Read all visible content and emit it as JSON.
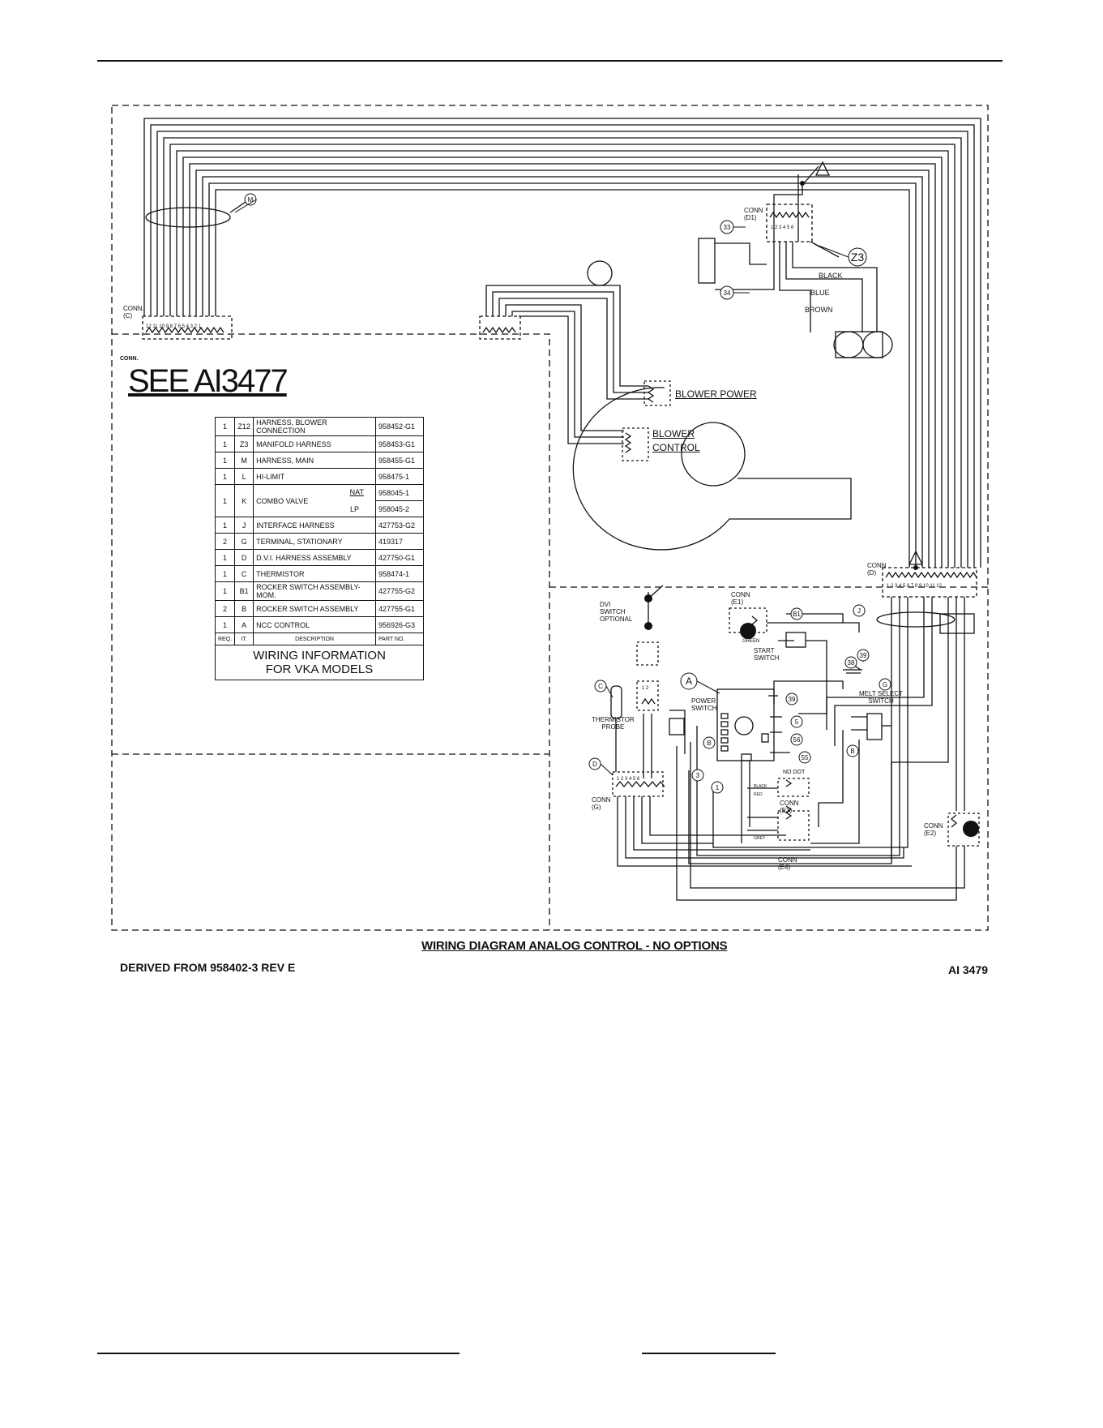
{
  "header": {},
  "diagram": {
    "see_ref": "SEE AI3477",
    "conn_label": "CONN.",
    "conn_c": "CONN.\n(C)",
    "conn_d1": "CONN\n(D1)",
    "conn_d": "CONN\n(D)",
    "conn_e1": "CONN\n(E1)",
    "conn_e2": "CONN\n(E2)",
    "conn_e3": "CONN\n(E3)",
    "conn_e4": "CONN\n(E4)",
    "conn_g": "CONN\n(G)",
    "labels": {
      "blower_power": "BLOWER POWER",
      "blower_control_1": "BLOWER",
      "blower_control_2": "CONTROL",
      "black": "BLACK",
      "blue": "BLUE",
      "brown": "BROWN",
      "dvi_switch": "DVI\nSWITCH\nOPTIONAL",
      "thermistor_probe": "THERMISTOR\nPROBE",
      "power_switch": "POWER\nSWITCH",
      "start_switch": "START\nSWITCH",
      "melt_select_switch": "MELT SELECT\nSWITCH",
      "green": "GREEN",
      "no_dot": "NO DOT",
      "black_small": "BLACK",
      "red_small": "RED",
      "grey_small": "GREY"
    },
    "callouts": [
      "M",
      "Z3",
      "33",
      "34",
      "B1",
      "J",
      "39",
      "38",
      "G",
      "A",
      "39",
      "5",
      "56",
      "55",
      "B",
      "B",
      "C",
      "D",
      "3",
      "1"
    ]
  },
  "parts_table": {
    "rows": [
      {
        "req": "1",
        "it": "Z12",
        "desc": "HARNESS, BLOWER CONNECTION",
        "part": "958452-G1"
      },
      {
        "req": "1",
        "it": "Z3",
        "desc": "MANIFOLD HARNESS",
        "part": "958453-G1"
      },
      {
        "req": "1",
        "it": "M",
        "desc": "HARNESS, MAIN",
        "part": "958455-G1"
      },
      {
        "req": "1",
        "it": "L",
        "desc": "HI-LIMIT",
        "part": "958475-1"
      }
    ],
    "combo": {
      "req": "1",
      "it": "K",
      "desc": "COMBO VALVE",
      "nat": "NAT",
      "lp": "LP",
      "part_nat": "958045-1",
      "part_lp": "958045-2"
    },
    "rows2": [
      {
        "req": "1",
        "it": "J",
        "desc": "INTERFACE HARNESS",
        "part": "427753-G2"
      },
      {
        "req": "2",
        "it": "G",
        "desc": "TERMINAL, STATIONARY",
        "part": "419317"
      },
      {
        "req": "1",
        "it": "D",
        "desc": "D.V.I. HARNESS ASSEMBLY",
        "part": "427750-G1"
      },
      {
        "req": "1",
        "it": "C",
        "desc": "THERMISTOR",
        "part": "958474-1"
      },
      {
        "req": "1",
        "it": "B1",
        "desc": "ROCKER SWITCH ASSEMBLY-MOM.",
        "part": "427755-G2"
      },
      {
        "req": "2",
        "it": "B",
        "desc": "ROCKER SWITCH ASSEMBLY",
        "part": "427755-G1"
      },
      {
        "req": "1",
        "it": "A",
        "desc": "NCC CONTROL",
        "part": "956926-G3"
      }
    ],
    "header": {
      "req": "REQ.",
      "it": "IT.",
      "desc": "DESCRIPTION",
      "part": "PART NO."
    },
    "info_line1": "WIRING INFORMATION",
    "info_line2": "FOR VKA MODELS"
  },
  "footer": {
    "title": "WIRING DIAGRAM ANALOG CONTROL - NO OPTIONS",
    "derived": "DERIVED FROM 958402-3 REV E",
    "doc_number": "AI 3479"
  }
}
